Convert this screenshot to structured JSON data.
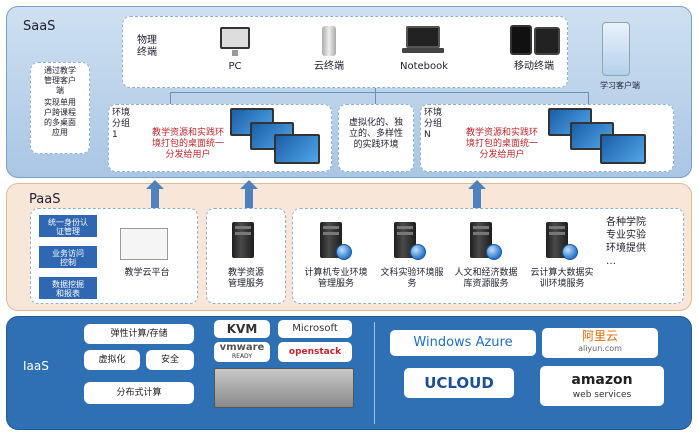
{
  "layers": {
    "saas": "SaaS",
    "paas": "PaaS",
    "iaas": "IaaS"
  },
  "saas": {
    "physical_label": "物理\n终端",
    "devices": [
      {
        "label": "PC",
        "icon": "pc-icon"
      },
      {
        "label": "云终端",
        "icon": "cloud-terminal-icon"
      },
      {
        "label": "Notebook",
        "icon": "notebook-icon"
      },
      {
        "label": "移动终端",
        "icon": "mobile-terminal-icon"
      }
    ],
    "learning_client": "学习客户端",
    "mgmt_title": "通过教学\n管理客户\n端",
    "mgmt_body": "实现单用\n户跨课程\n的多桌面\n应用",
    "env1": "环境\n分组\n1",
    "envN": "环境\n分组\nN",
    "env_desc": "教学资源和实践环\n境打包的桌面统一\n分发给用户",
    "virtual_desc": "虚拟化的、独\n立的、多样性\n的实践环境"
  },
  "paas": {
    "blue_boxes": [
      "统一身份认\n证管理",
      "业务访问\n控制",
      "数据挖掘\n和报表"
    ],
    "platform": "教学云平台",
    "resource_mgmt": "教学资源\n管理服务",
    "services": [
      "计算机专业环境\n管理服务",
      "文科实验环境服\n务",
      "人文和经济数据\n库资源服务",
      "云计算大数据实\n训环境服务"
    ],
    "right_text": "各种学院\n专业实验\n环境提供\n…"
  },
  "iaas": {
    "compute": "弹性计算/存储",
    "virtualization": "虚拟化",
    "security": "安全",
    "distributed": "分布式计算",
    "logos": [
      "KVM",
      "Microsoft",
      "vmware",
      "READY",
      "openstack",
      "Windows Azure",
      "阿里云",
      "aliyun.com",
      "UCLOUD",
      "amazon",
      "web services"
    ]
  }
}
